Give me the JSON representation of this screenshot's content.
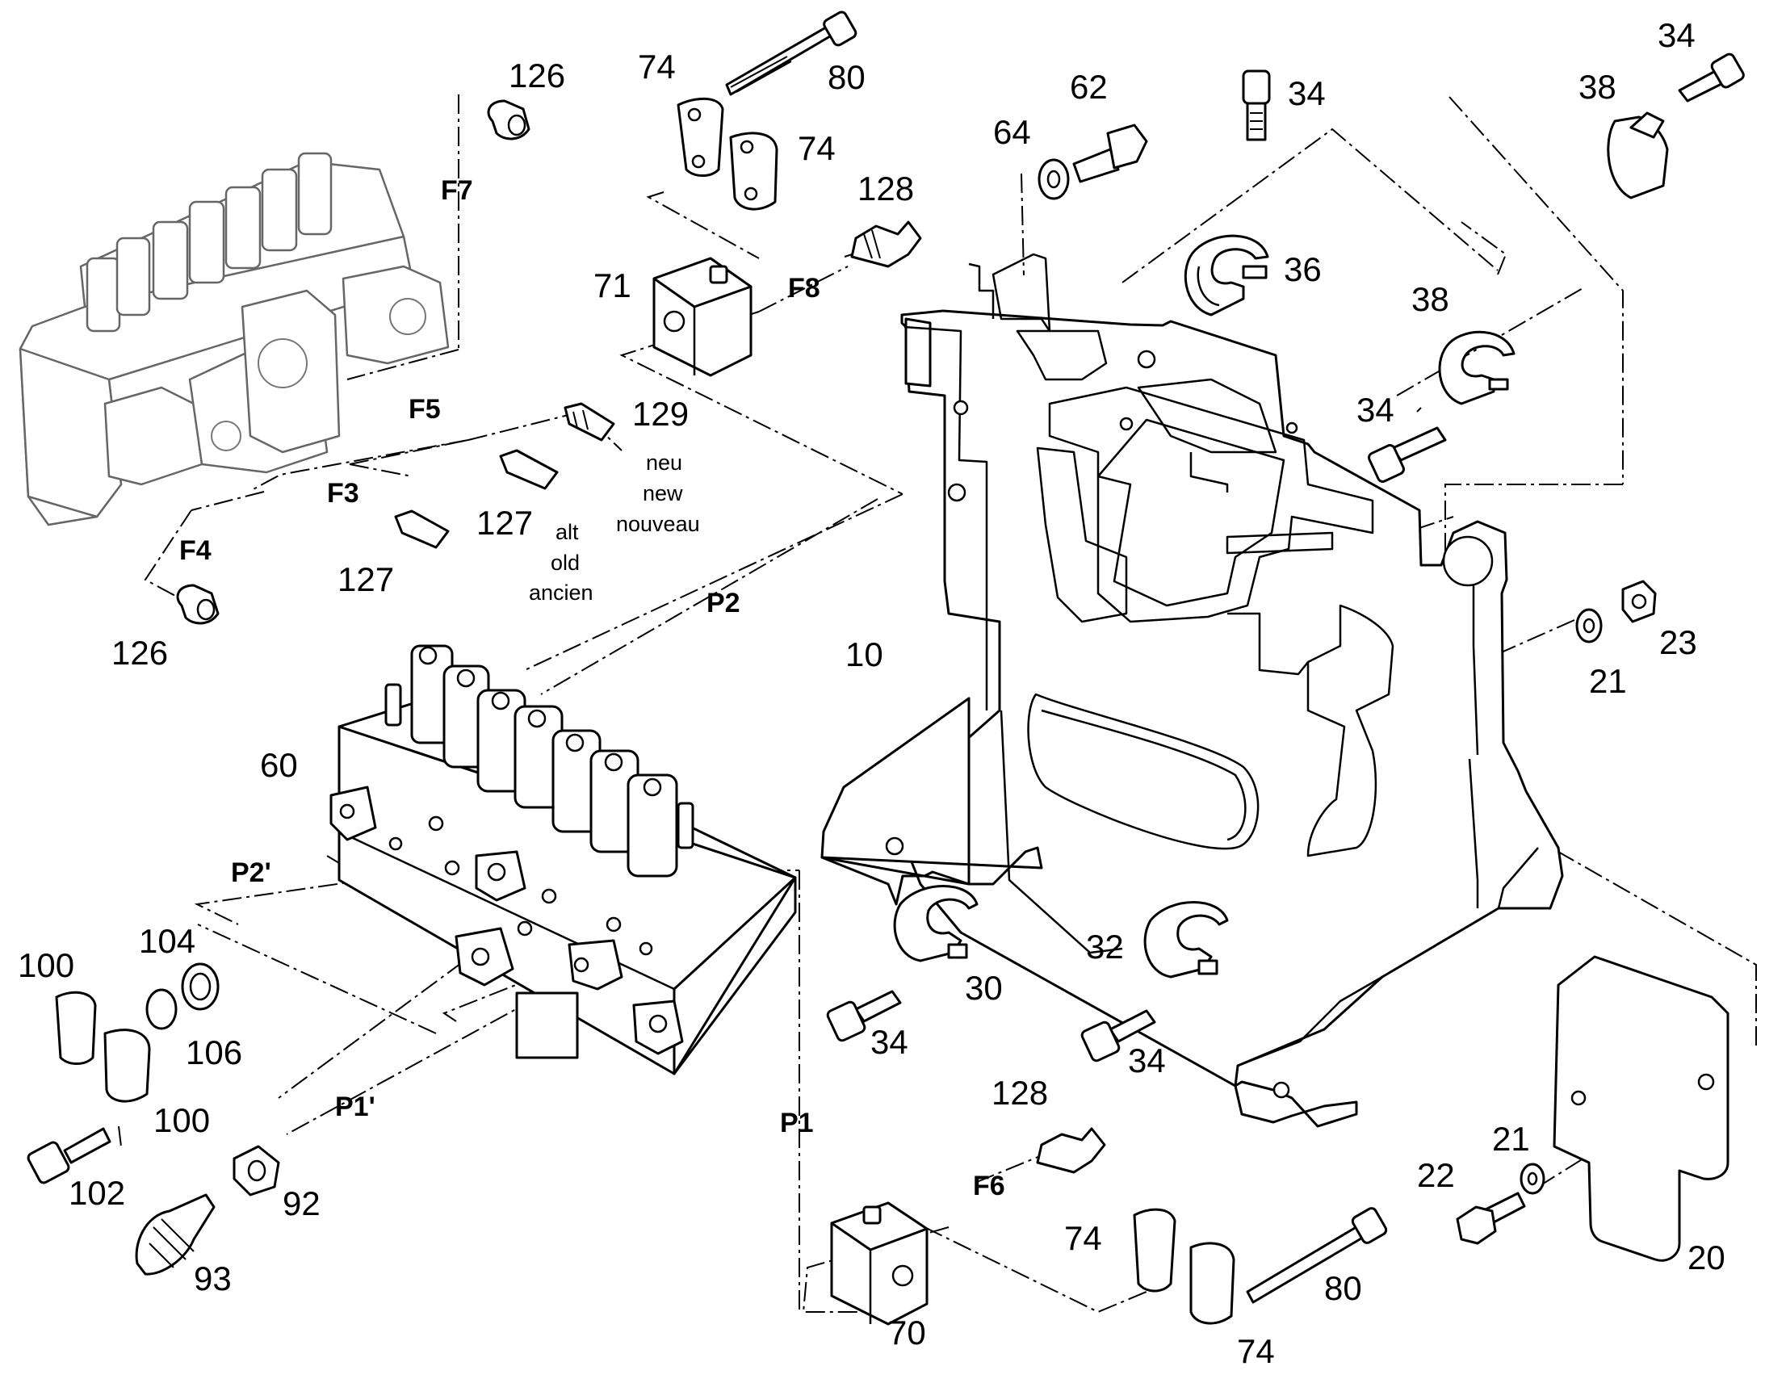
{
  "callouts": {
    "c126_top": "126",
    "c74_a": "74",
    "c80_top": "80",
    "c74_b": "74",
    "c62": "62",
    "c64": "64",
    "c34_top": "34",
    "c34_tr": "34",
    "c38_tr": "38",
    "c128_top": "128",
    "c71": "71",
    "c36": "36",
    "c38_mid": "38",
    "c34_mid": "34",
    "c129": "129",
    "c127_a": "127",
    "c127_b": "127",
    "c126_left": "126",
    "c10": "10",
    "c23": "23",
    "c21_a": "21",
    "c60": "60",
    "c104": "104",
    "c100_a": "100",
    "c106": "106",
    "c100_b": "100",
    "c102": "102",
    "c92": "92",
    "c93": "93",
    "c30": "30",
    "c32": "32",
    "c34_l": "34",
    "c34_c": "34",
    "c128_bot": "128",
    "c21_b": "21",
    "c22": "22",
    "c74_c": "74",
    "c74_d": "74",
    "c80_bot": "80",
    "c70": "70",
    "c20": "20"
  },
  "tags": {
    "F7": "F7",
    "F8": "F8",
    "F5": "F5",
    "F3": "F3",
    "F4": "F4",
    "F6": "F6",
    "P2": "P2",
    "P2p": "P2'",
    "P1": "P1",
    "P1p": "P1'"
  },
  "notes": {
    "neu": "neu",
    "new": "new",
    "nouveau": "nouveau",
    "alt": "alt",
    "old": "old",
    "ancien": "ancien"
  }
}
